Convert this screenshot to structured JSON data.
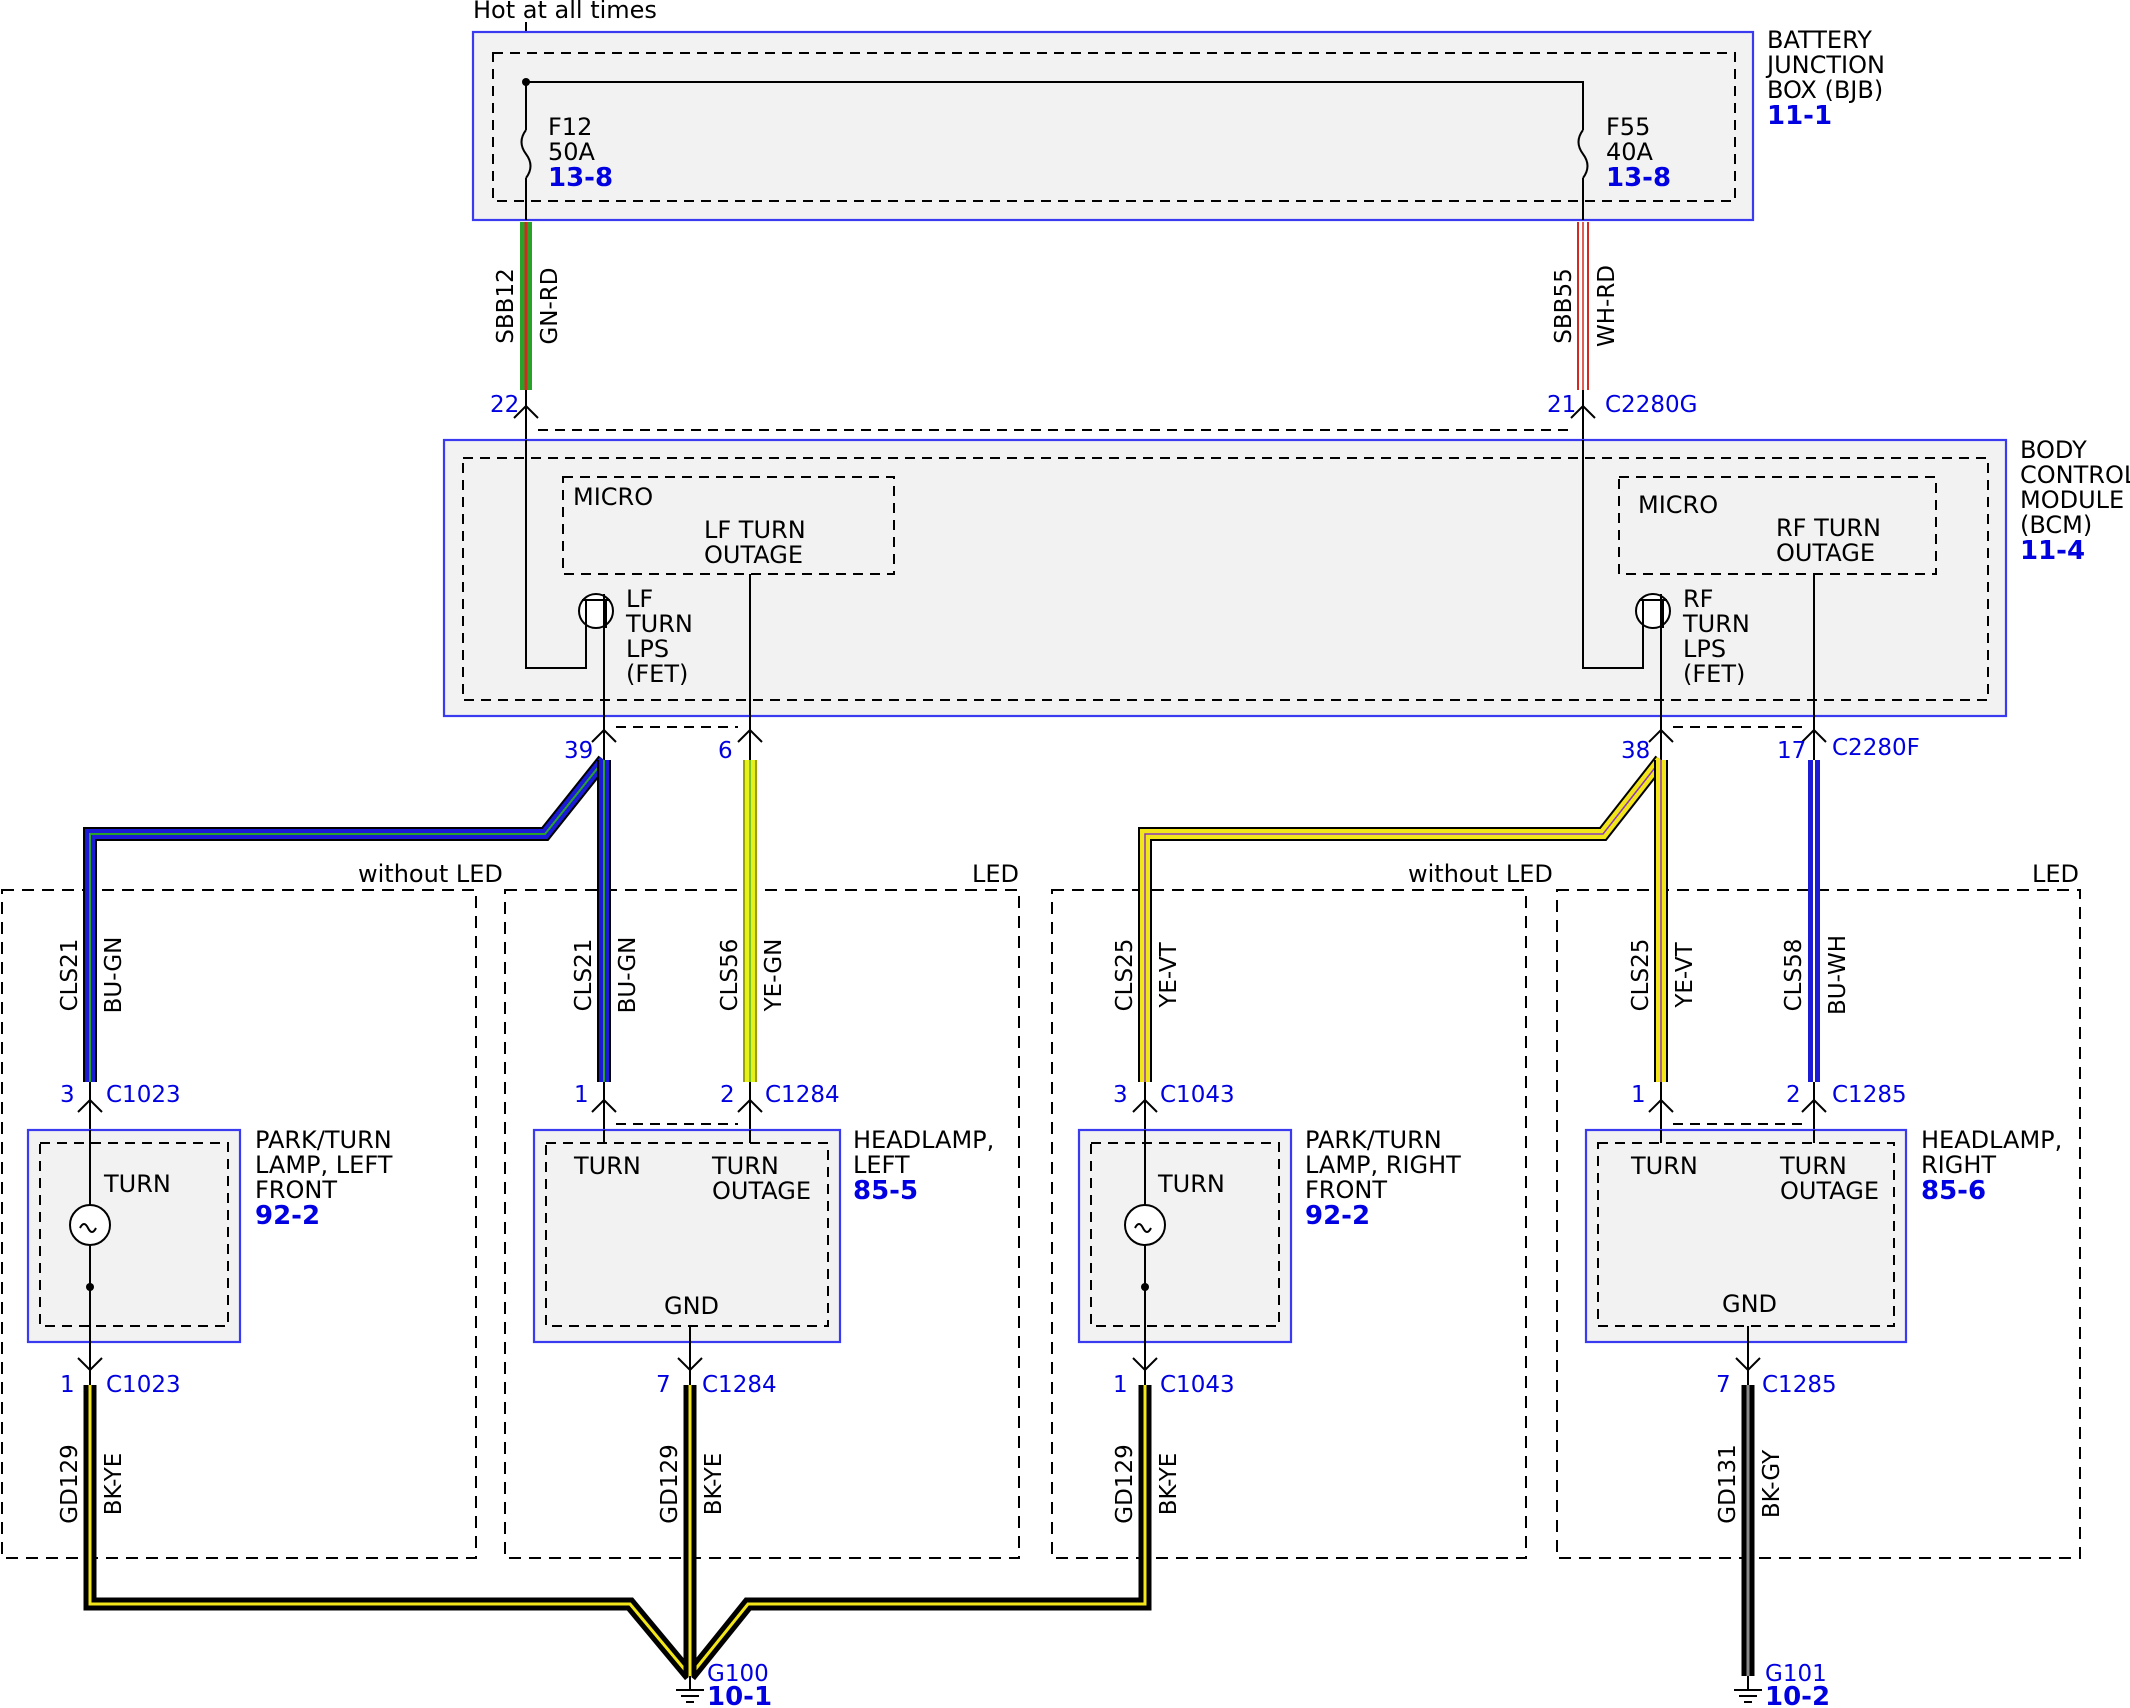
{
  "hot_label": "Hot at all times",
  "bjb": {
    "title_lines": [
      "BATTERY",
      "JUNCTION",
      "BOX (BJB)"
    ],
    "ref": "11-1"
  },
  "fuses": [
    {
      "id": "F12",
      "amps": "50A",
      "ref": "13-8"
    },
    {
      "id": "F55",
      "amps": "40A",
      "ref": "13-8"
    }
  ],
  "bcm": {
    "title_lines": [
      "BODY",
      "CONTROL",
      "MODULE",
      "(BCM)"
    ],
    "ref": "11-4",
    "micro_left": {
      "micro": "MICRO",
      "func_lines": [
        "LF TURN",
        "OUTAGE"
      ]
    },
    "micro_right": {
      "micro": "MICRO",
      "func_lines": [
        "RF TURN",
        "OUTAGE"
      ]
    },
    "fet_left_lines": [
      "LF",
      "TURN",
      "LPS",
      "(FET)"
    ],
    "fet_right_lines": [
      "RF",
      "TURN",
      "LPS",
      "(FET)"
    ]
  },
  "connectors": {
    "c2280g": "C2280G",
    "c2280f": "C2280F",
    "c1023": "C1023",
    "c1284": "C1284",
    "c1043": "C1043",
    "c1285": "C1285"
  },
  "pins": {
    "p22": "22",
    "p21": "21",
    "p39": "39",
    "p6": "6",
    "p38": "38",
    "p17": "17",
    "c1023_top": "3",
    "c1284_turn": "1",
    "c1284_out": "2",
    "c1043_top": "3",
    "c1285_turn": "1",
    "c1285_out": "2",
    "c1023_bot": "1",
    "c1284_gnd": "7",
    "c1043_bot": "1",
    "c1285_gnd": "7"
  },
  "wires": {
    "sbb12": {
      "circuit": "SBB12",
      "color": "GN-RD"
    },
    "sbb55": {
      "circuit": "SBB55",
      "color": "WH-RD"
    },
    "cls21_a": {
      "circuit": "CLS21",
      "color": "BU-GN"
    },
    "cls21_b": {
      "circuit": "CLS21",
      "color": "BU-GN"
    },
    "cls56": {
      "circuit": "CLS56",
      "color": "YE-GN"
    },
    "cls25_a": {
      "circuit": "CLS25",
      "color": "YE-VT"
    },
    "cls25_b": {
      "circuit": "CLS25",
      "color": "YE-VT"
    },
    "cls58": {
      "circuit": "CLS58",
      "color": "BU-WH"
    },
    "gd129_a": {
      "circuit": "GD129",
      "color": "BK-YE"
    },
    "gd129_b": {
      "circuit": "GD129",
      "color": "BK-YE"
    },
    "gd129_c": {
      "circuit": "GD129",
      "color": "BK-YE"
    },
    "gd131": {
      "circuit": "GD131",
      "color": "BK-GY"
    }
  },
  "regions": {
    "r1": "without LED",
    "r2": "LED",
    "r3": "without LED",
    "r4": "LED"
  },
  "components": {
    "park_left": {
      "inner": "TURN",
      "title_lines": [
        "PARK/TURN",
        "LAMP, LEFT",
        "FRONT"
      ],
      "ref": "92-2"
    },
    "head_left": {
      "turn": "TURN",
      "outage_lines": [
        "TURN",
        "OUTAGE"
      ],
      "gnd": "GND",
      "title_lines": [
        "HEADLAMP,",
        "LEFT"
      ],
      "ref": "85-5"
    },
    "park_right": {
      "inner": "TURN",
      "title_lines": [
        "PARK/TURN",
        "LAMP, RIGHT",
        "FRONT"
      ],
      "ref": "92-2"
    },
    "head_right": {
      "turn": "TURN",
      "outage_lines": [
        "TURN",
        "OUTAGE"
      ],
      "gnd": "GND",
      "title_lines": [
        "HEADLAMP,",
        "RIGHT"
      ],
      "ref": "85-6"
    }
  },
  "grounds": [
    {
      "id": "G100",
      "ref": "10-1"
    },
    {
      "id": "G101",
      "ref": "10-2"
    }
  ],
  "wire_colors": {
    "blue": "#1b1bd6",
    "yellow": "#f2e51a",
    "yellow_green": "#e6f019",
    "green": "#2aa22a",
    "red": "#d22a1e",
    "black": "#000000",
    "white": "#ffffff",
    "connector_blue": "#0000e0",
    "box_fill": "#f2f2f2",
    "box_stroke": "#3a3af0"
  }
}
